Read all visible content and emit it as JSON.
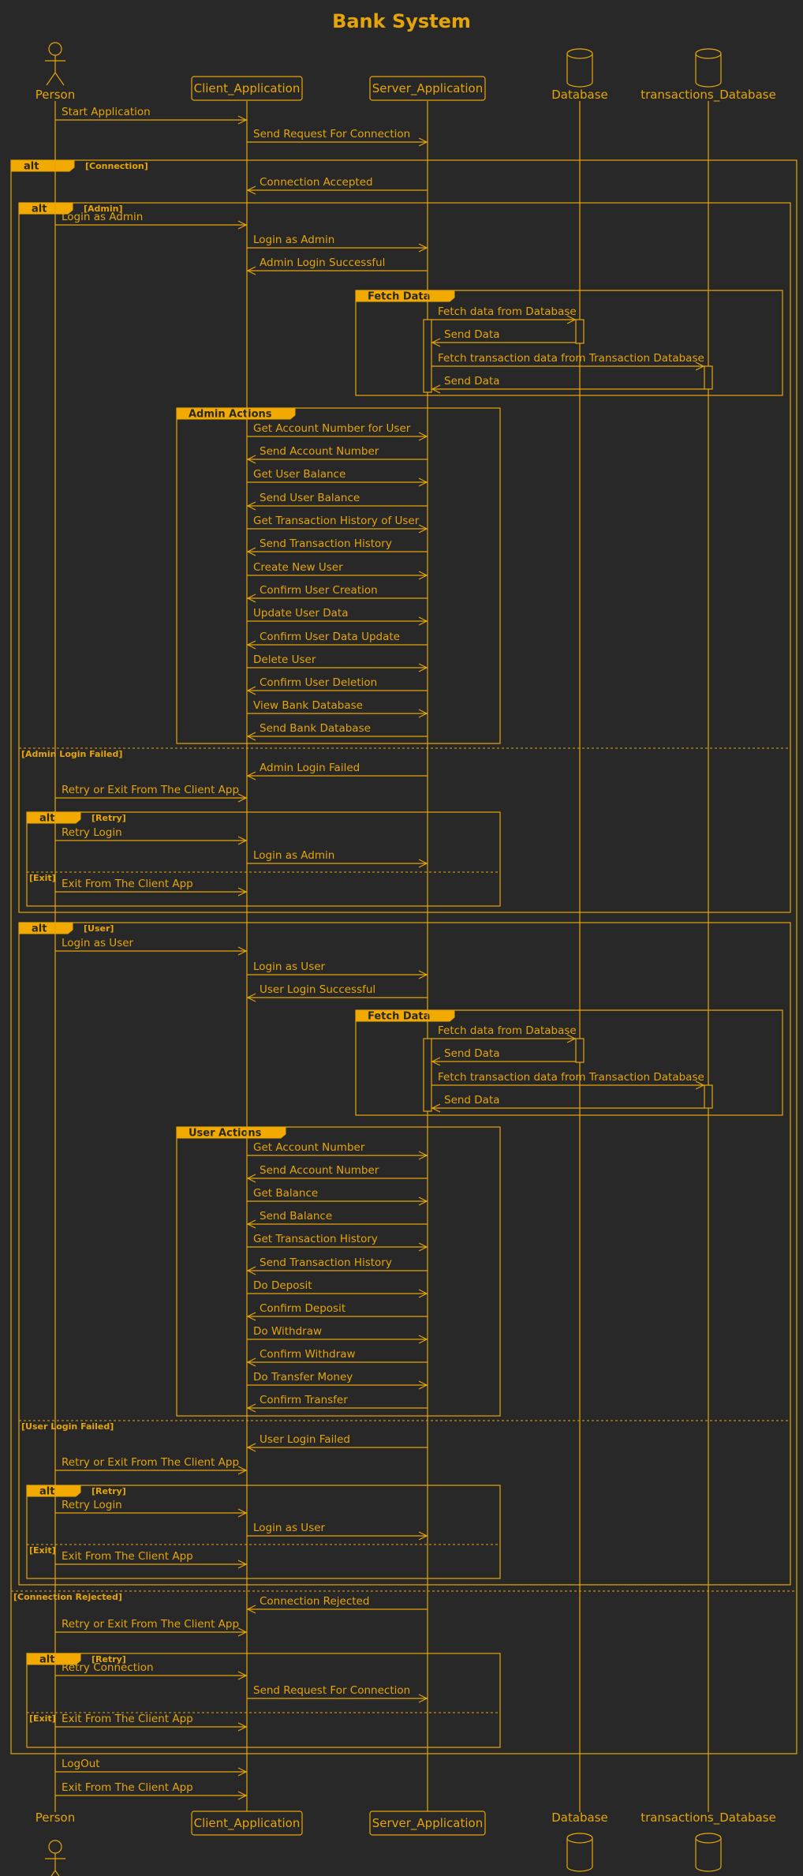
{
  "title": "Bank System",
  "colors": {
    "background": "#282828",
    "accent": "#e5a50a",
    "tab": "#f2a900"
  },
  "participants": [
    {
      "id": "person",
      "label": "Person",
      "kind": "actor"
    },
    {
      "id": "client",
      "label": "Client_Application",
      "kind": "box"
    },
    {
      "id": "server",
      "label": "Server_Application",
      "kind": "box"
    },
    {
      "id": "db",
      "label": "Database",
      "kind": "database"
    },
    {
      "id": "tdb",
      "label": "transactions_Database",
      "kind": "database"
    }
  ],
  "messages": [
    {
      "from": "person",
      "to": "client",
      "text": "Start Application"
    },
    {
      "from": "client",
      "to": "server",
      "text": "Send Request For Connection"
    },
    {
      "from": "server",
      "to": "client",
      "text": "Connection Accepted"
    },
    {
      "from": "person",
      "to": "client",
      "text": "Login as Admin"
    },
    {
      "from": "client",
      "to": "server",
      "text": "Login as Admin"
    },
    {
      "from": "server",
      "to": "client",
      "text": "Admin Login Successful"
    },
    {
      "from": "server",
      "to": "db",
      "text": "Fetch data from Database"
    },
    {
      "from": "db",
      "to": "server",
      "text": "Send Data"
    },
    {
      "from": "server",
      "to": "tdb",
      "text": "Fetch transaction data from Transaction Database"
    },
    {
      "from": "tdb",
      "to": "server",
      "text": "Send Data"
    },
    {
      "from": "client",
      "to": "server",
      "text": "Get Account Number for User"
    },
    {
      "from": "server",
      "to": "client",
      "text": "Send Account Number"
    },
    {
      "from": "client",
      "to": "server",
      "text": "Get User Balance"
    },
    {
      "from": "server",
      "to": "client",
      "text": "Send User Balance"
    },
    {
      "from": "client",
      "to": "server",
      "text": "Get Transaction History of User"
    },
    {
      "from": "server",
      "to": "client",
      "text": "Send Transaction History"
    },
    {
      "from": "client",
      "to": "server",
      "text": "Create New User"
    },
    {
      "from": "server",
      "to": "client",
      "text": "Confirm User Creation"
    },
    {
      "from": "client",
      "to": "server",
      "text": "Update User Data"
    },
    {
      "from": "server",
      "to": "client",
      "text": "Confirm User Data Update"
    },
    {
      "from": "client",
      "to": "server",
      "text": "Delete User"
    },
    {
      "from": "server",
      "to": "client",
      "text": "Confirm User Deletion"
    },
    {
      "from": "client",
      "to": "server",
      "text": "View Bank Database"
    },
    {
      "from": "server",
      "to": "client",
      "text": "Send Bank Database"
    },
    {
      "from": "server",
      "to": "client",
      "text": "Admin Login Failed"
    },
    {
      "from": "person",
      "to": "client",
      "text": "Retry or Exit From The Client App"
    },
    {
      "from": "person",
      "to": "client",
      "text": "Retry Login"
    },
    {
      "from": "client",
      "to": "server",
      "text": "Login as Admin"
    },
    {
      "from": "person",
      "to": "client",
      "text": "Exit From The Client App"
    },
    {
      "from": "person",
      "to": "client",
      "text": "Login as User"
    },
    {
      "from": "client",
      "to": "server",
      "text": "Login as User"
    },
    {
      "from": "server",
      "to": "client",
      "text": "User Login Successful"
    },
    {
      "from": "server",
      "to": "db",
      "text": "Fetch data from Database"
    },
    {
      "from": "db",
      "to": "server",
      "text": "Send Data"
    },
    {
      "from": "server",
      "to": "tdb",
      "text": "Fetch transaction data from Transaction Database"
    },
    {
      "from": "tdb",
      "to": "server",
      "text": "Send Data"
    },
    {
      "from": "client",
      "to": "server",
      "text": "Get Account Number"
    },
    {
      "from": "server",
      "to": "client",
      "text": "Send Account Number"
    },
    {
      "from": "client",
      "to": "server",
      "text": "Get Balance"
    },
    {
      "from": "server",
      "to": "client",
      "text": "Send Balance"
    },
    {
      "from": "client",
      "to": "server",
      "text": "Get Transaction History"
    },
    {
      "from": "server",
      "to": "client",
      "text": "Send Transaction History"
    },
    {
      "from": "client",
      "to": "server",
      "text": "Do Deposit"
    },
    {
      "from": "server",
      "to": "client",
      "text": "Confirm Deposit"
    },
    {
      "from": "client",
      "to": "server",
      "text": "Do Withdraw"
    },
    {
      "from": "server",
      "to": "client",
      "text": "Confirm Withdraw"
    },
    {
      "from": "client",
      "to": "server",
      "text": "Do Transfer Money"
    },
    {
      "from": "server",
      "to": "client",
      "text": "Confirm Transfer"
    },
    {
      "from": "server",
      "to": "client",
      "text": "User Login Failed"
    },
    {
      "from": "person",
      "to": "client",
      "text": "Retry or Exit From The Client App"
    },
    {
      "from": "person",
      "to": "client",
      "text": "Retry Login"
    },
    {
      "from": "client",
      "to": "server",
      "text": "Login as User"
    },
    {
      "from": "person",
      "to": "client",
      "text": "Exit From The Client App"
    },
    {
      "from": "server",
      "to": "client",
      "text": "Connection Rejected"
    },
    {
      "from": "person",
      "to": "client",
      "text": "Retry or Exit From The Client App"
    },
    {
      "from": "person",
      "to": "client",
      "text": "Retry Connection"
    },
    {
      "from": "client",
      "to": "server",
      "text": "Send Request For Connection"
    },
    {
      "from": "person",
      "to": "client",
      "text": "Exit From The Client App"
    },
    {
      "from": "person",
      "to": "client",
      "text": "LogOut"
    },
    {
      "from": "person",
      "to": "client",
      "text": "Exit From The Client App"
    }
  ],
  "fragments": [
    {
      "kind": "alt",
      "label": "alt",
      "guard": "[Connection]",
      "separators": [
        {
          "guard": "[Connection Rejected]"
        }
      ]
    },
    {
      "kind": "alt",
      "label": "alt",
      "guard": "[Admin]",
      "separators": [
        {
          "guard": "[Admin Login Failed]"
        }
      ]
    },
    {
      "kind": "group",
      "label": "Fetch Data",
      "guard": "",
      "separators": []
    },
    {
      "kind": "group",
      "label": "Admin Actions",
      "guard": "",
      "separators": []
    },
    {
      "kind": "alt",
      "label": "alt",
      "guard": "[Retry]",
      "separators": [
        {
          "guard": "[Exit]"
        }
      ]
    },
    {
      "kind": "alt",
      "label": "alt",
      "guard": "[User]",
      "separators": [
        {
          "guard": "[User Login Failed]"
        }
      ]
    },
    {
      "kind": "group",
      "label": "Fetch Data",
      "guard": "",
      "separators": []
    },
    {
      "kind": "group",
      "label": "User Actions",
      "guard": "",
      "separators": []
    },
    {
      "kind": "alt",
      "label": "alt",
      "guard": "[Retry]",
      "separators": [
        {
          "guard": "[Exit]"
        }
      ]
    },
    {
      "kind": "alt",
      "label": "alt",
      "guard": "[Retry]",
      "separators": [
        {
          "guard": "[Exit]"
        }
      ]
    }
  ]
}
